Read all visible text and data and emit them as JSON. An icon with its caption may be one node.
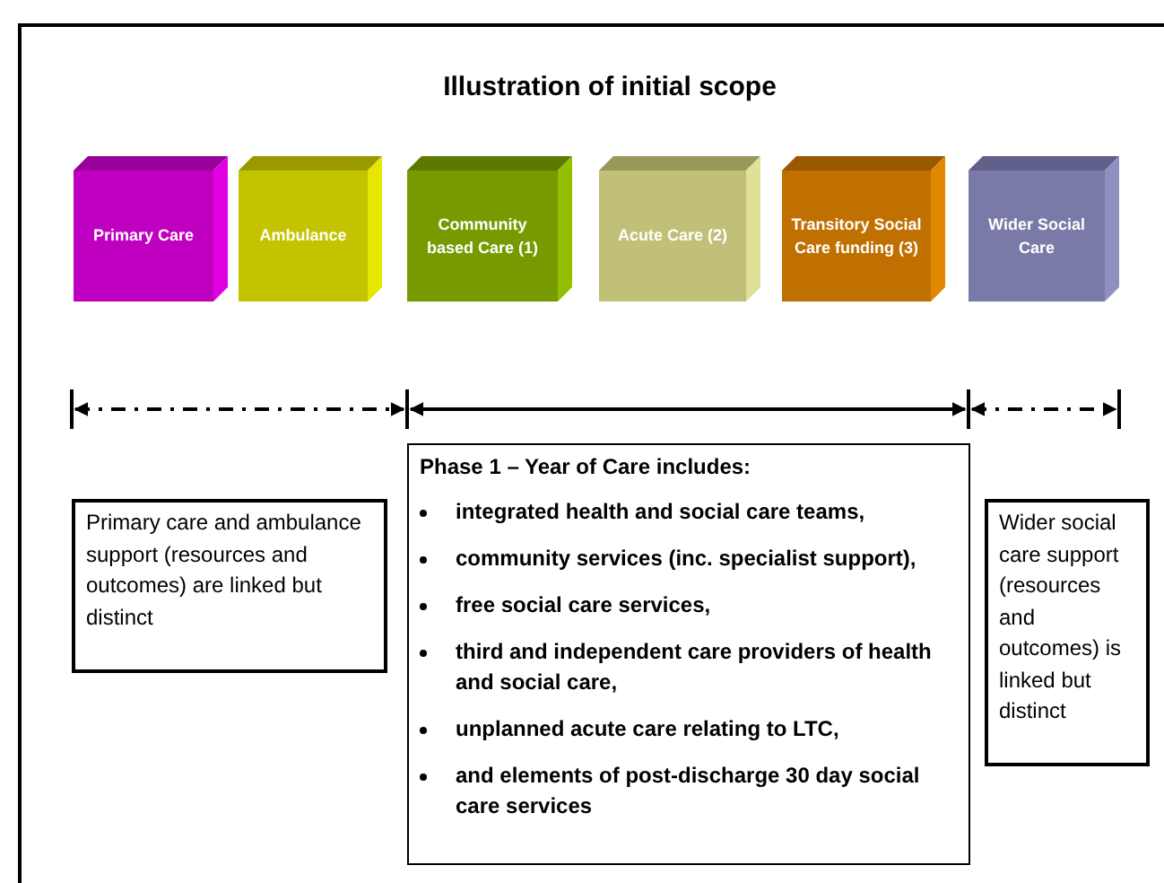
{
  "diagram": {
    "title": "Illustration of initial scope",
    "nodes": [
      {
        "text": [
          "Primary Care"
        ]
      },
      {
        "text": [
          "Ambulance"
        ]
      },
      {
        "text": [
          "Community based Care (1)"
        ]
      },
      {
        "text": [
          "Acute Care (2)"
        ]
      },
      {
        "text": [
          "Transitory Social Care funding (3)"
        ]
      },
      {
        "text": [
          "Wider Social Care"
        ]
      },
      {
        "text": [
          "Primary care and ambulance support (resources and outcomes) are linked but distinct"
        ]
      },
      {
        "text": [
          "Phase 1 – Year of Care includes:",
          "integrated health and social care teams,",
          "community services (inc. specialist support),",
          "free social care services,",
          "third and independent care providers of health and social care,",
          "unplanned acute care relating to LTC,",
          "and elements of post-discharge 30 day social care services"
        ]
      },
      {
        "text": [
          "Wider social care support (resources and outcomes) is linked but distinct"
        ]
      }
    ]
  }
}
